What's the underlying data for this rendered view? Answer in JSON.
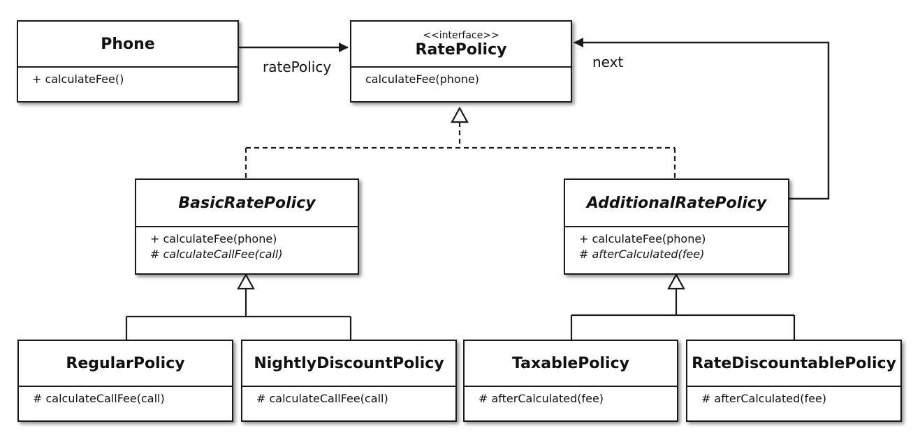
{
  "classes": {
    "phone": {
      "name": "Phone",
      "ops": [
        "+ calculateFee()"
      ]
    },
    "rate_policy": {
      "stereotype": "<<interface>>",
      "name": "RatePolicy",
      "ops": [
        "calculateFee(phone)"
      ]
    },
    "basic_rate_policy": {
      "name": "BasicRatePolicy",
      "ops": [
        "+ calculateFee(phone)",
        "# calculateCallFee(call)"
      ]
    },
    "additional_rate_policy": {
      "name": "AdditionalRatePolicy",
      "ops": [
        "+ calculateFee(phone)",
        "# afterCalculated(fee)"
      ]
    },
    "regular_policy": {
      "name": "RegularPolicy",
      "ops": [
        "# calculateCallFee(call)"
      ]
    },
    "nightly_discount_policy": {
      "name": "NightlyDiscountPolicy",
      "ops": [
        "# calculateCallFee(call)"
      ]
    },
    "taxable_policy": {
      "name": "TaxablePolicy",
      "ops": [
        "# afterCalculated(fee)"
      ]
    },
    "rate_discountable_policy": {
      "name": "RateDiscountablePolicy",
      "ops": [
        "# afterCalculated(fee)"
      ]
    }
  },
  "relations": {
    "phone_to_rate_policy": {
      "label": "ratePolicy"
    },
    "additional_to_rate_policy": {
      "label": "next"
    }
  }
}
